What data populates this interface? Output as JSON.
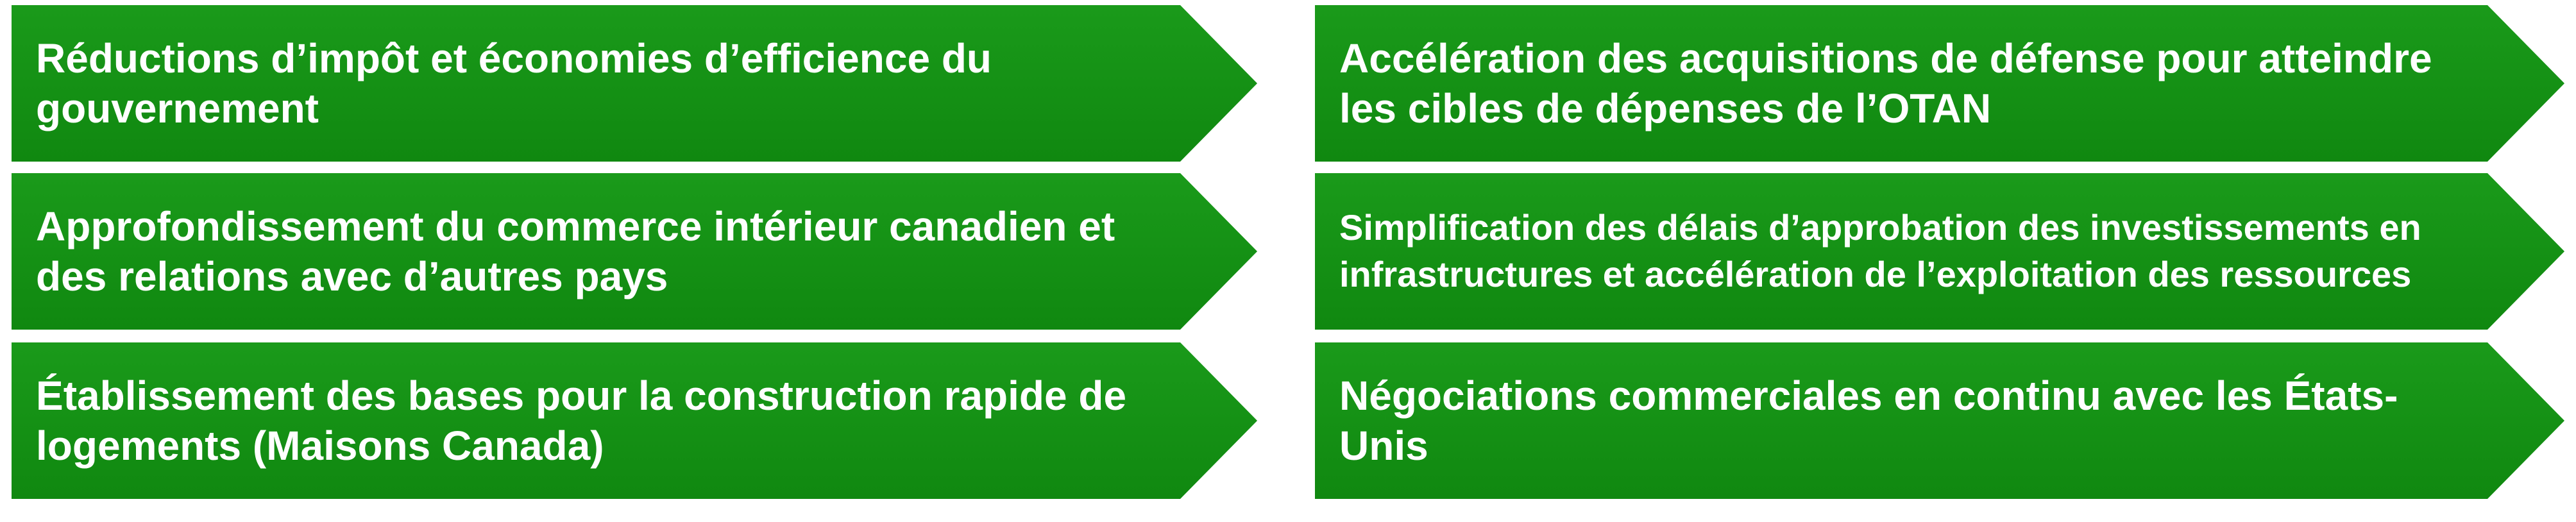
{
  "colors": {
    "arrow_fill": "#148f14",
    "text": "#ffffff",
    "background": "#ffffff"
  },
  "arrows": {
    "left": [
      {
        "text": "Réductions d’impôt et économies d’efficience du gouvernement"
      },
      {
        "text": "Approfondissement du commerce intérieur canadien et des relations avec d’autres pays"
      },
      {
        "text": "Établissement des bases pour la construction rapide de logements (Maisons Canada)"
      }
    ],
    "right": [
      {
        "text": "Accélération des acquisitions de défense pour atteindre les cibles de dépenses de l’OTAN"
      },
      {
        "text": "Simplification des délais d’approbation des investissements en infrastructures et accélération de l’exploitation des ressources"
      },
      {
        "text": "Négociations commerciales en continu avec les États-Unis"
      }
    ]
  }
}
